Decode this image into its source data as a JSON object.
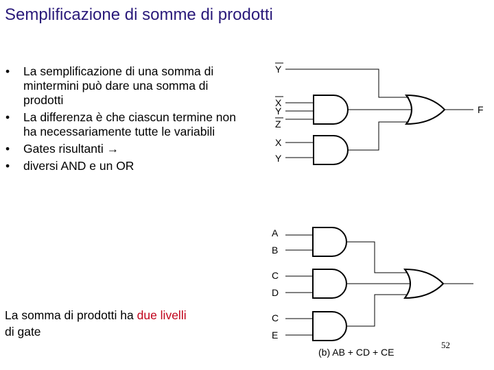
{
  "title": "Semplificazione di somme di prodotti",
  "bullets": [
    {
      "marker": "•",
      "text": "La semplificazione di una somma di mintermini può dare una somma di prodotti"
    },
    {
      "marker": "•",
      "text": "La differenza è che ciascun termine non ha necessariamente tutte le variabili"
    },
    {
      "marker": "•",
      "text": "Gates risultanti →"
    },
    {
      "marker": "•",
      "text": "diversi AND e un OR"
    }
  ],
  "note": {
    "part1": "La somma di prodotti ha ",
    "highlight": "due livelli",
    "part2": " di gate"
  },
  "circuit_a": {
    "inputs": [
      "Y",
      "X",
      "Y",
      "Z",
      "X",
      "Y"
    ],
    "output": "F"
  },
  "circuit_b": {
    "inputs": [
      "A",
      "B",
      "C",
      "D",
      "C",
      "E"
    ],
    "caption": "(b)  AB + CD + CE"
  },
  "page_number": "52",
  "colors": {
    "title": "#2a1a7a",
    "highlight": "#c0001a"
  }
}
